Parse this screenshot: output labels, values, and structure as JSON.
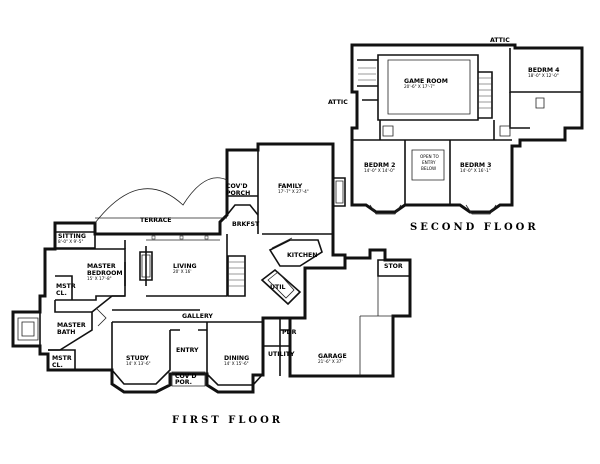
{
  "floors": {
    "first": "FIRST FLOOR",
    "second": "SECOND FLOOR"
  },
  "rooms": {
    "sitting": {
      "name": "SITTING",
      "dim": "8'-0\" X 9'-5\""
    },
    "terrace": {
      "name": "TERRACE"
    },
    "covd_porch_rear": {
      "name1": "COV'D",
      "name2": "PORCH"
    },
    "family": {
      "name": "FAMILY",
      "dim": "17'-7\" X 27'-4\""
    },
    "brkfst": {
      "name": "BRKFST"
    },
    "kitchen": {
      "name": "KITCHEN"
    },
    "master_bedroom": {
      "name1": "MASTER",
      "name2": "BEDROOM",
      "dim": "15' X 17'-8\""
    },
    "living": {
      "name": "LIVING",
      "dim": "20' X 16'"
    },
    "mstr_cl_upper": {
      "name1": "MSTR",
      "name2": "CL."
    },
    "master_bath": {
      "name1": "MASTER",
      "name2": "BATH"
    },
    "mstr_cl_lower": {
      "name1": "MSTR",
      "name2": "CL."
    },
    "gallery": {
      "name": "GALLERY"
    },
    "study": {
      "name": "STUDY",
      "dim": "14' X 13'-6\""
    },
    "entry": {
      "name": "ENTRY"
    },
    "dining": {
      "name": "DINING",
      "dim": "14' X 15'-6\""
    },
    "covd_por_front": {
      "name1": "COV'D",
      "name2": "POR."
    },
    "pdr": {
      "name": "PDR"
    },
    "utility": {
      "name": "UTILITY"
    },
    "util": {
      "name": "UTIL"
    },
    "stor": {
      "name": "STOR"
    },
    "garage": {
      "name": "GARAGE",
      "dim": "21'-6\" X 37'"
    },
    "attic_top": {
      "name": "ATTIC"
    },
    "attic_left": {
      "name": "ATTIC"
    },
    "game_room": {
      "name": "GAME ROOM",
      "dim": "20'-6\" X 17'-7\""
    },
    "bedrm4": {
      "name": "BEDRM 4",
      "dim": "18'-0\" X 12'-0\""
    },
    "bedrm2": {
      "name": "BEDRM 2",
      "dim": "14'-0\" X 14'-0\""
    },
    "open_entry": {
      "l1": "OPEN TO",
      "l2": "ENTRY",
      "l3": "BELOW"
    },
    "bedrm3": {
      "name": "BEDRM 3",
      "dim": "14'-0\" X 16'-1\""
    }
  }
}
